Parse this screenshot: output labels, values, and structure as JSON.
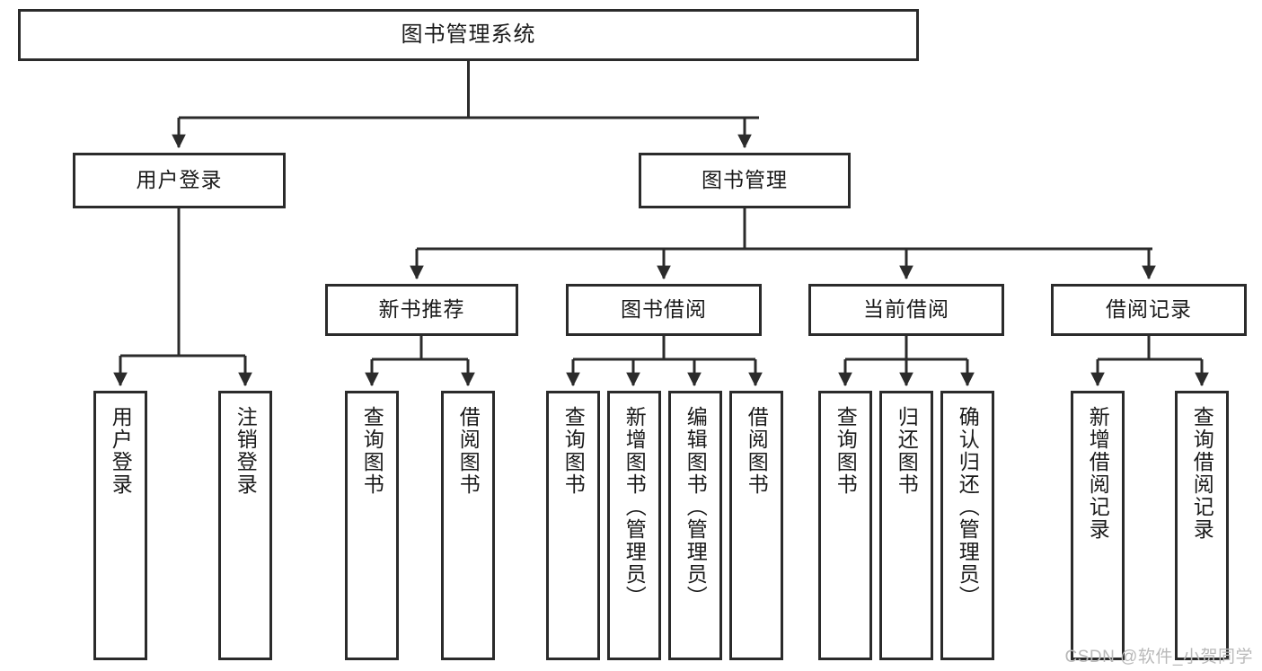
{
  "diagram": {
    "title": "图书管理系统",
    "watermark": "CSDN @软件_小贺同学",
    "colors": {
      "stroke": "#2b2b2b",
      "fill": "#ffffff",
      "text": "#1a1a1a",
      "watermark": "#b9b9b9"
    },
    "nodes": {
      "root": "图书管理系统",
      "level2": [
        "用户登录",
        "图书管理"
      ],
      "level3": [
        "新书推荐",
        "图书借阅",
        "当前借阅",
        "借阅记录"
      ],
      "leaves": {
        "user_login": [
          "用户登录",
          "注销登录"
        ],
        "new_book_recommend": [
          "查询图书",
          "借阅图书"
        ],
        "book_borrow": [
          "查询图书",
          "新增图书（管理员）",
          "编辑图书（管理员）",
          "借阅图书"
        ],
        "current_borrow": [
          "查询图书",
          "归还图书",
          "确认归还（管理员）"
        ],
        "borrow_record": [
          "新增借阅记录",
          "查询借阅记录"
        ]
      }
    }
  }
}
